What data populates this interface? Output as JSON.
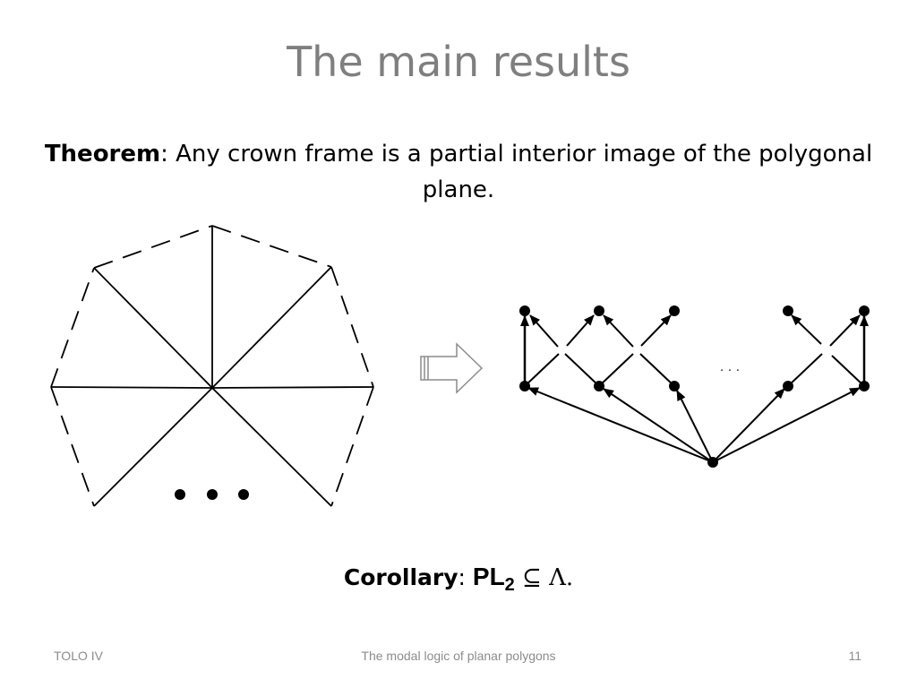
{
  "slide": {
    "title": "The main results",
    "theorem_label": "Theorem",
    "theorem_text": ": Any crown frame is a partial interior image of the polygonal plane.",
    "ellipsis_dots": "• • •",
    "graph_ellipsis": ". . .",
    "corollary_label": "Corollary",
    "corollary_colon": ": ",
    "corollary_pl": "PL",
    "corollary_subscript": "2",
    "corollary_relation": " ⊆ Λ."
  },
  "footer": {
    "left": "TOLO IV",
    "center": "The modal logic of planar polygons",
    "page_number": "11"
  }
}
